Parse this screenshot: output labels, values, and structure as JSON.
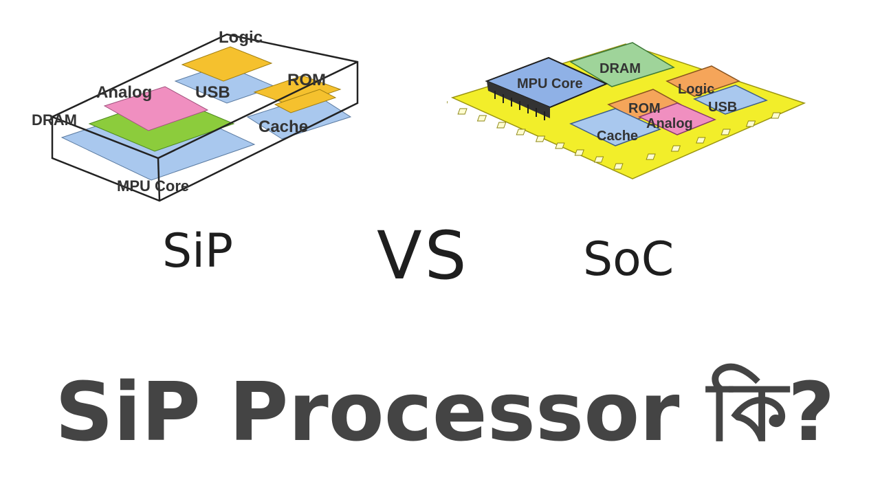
{
  "sip": {
    "labels": {
      "logic": "Logic",
      "rom": "ROM",
      "analog": "Analog",
      "usb": "USB",
      "dram": "DRAM",
      "cache": "Cache",
      "mpu_core": "MPU Core"
    },
    "caption": "SiP"
  },
  "versus": "VS",
  "soc": {
    "labels": {
      "mpu_core": "MPU Core",
      "dram": "DRAM",
      "logic": "Logic",
      "rom": "ROM",
      "usb": "USB",
      "analog": "Analog",
      "cache": "Cache"
    },
    "caption": "SoC"
  },
  "headline": "SiP Processor কি?",
  "colors": {
    "logic": "#f5c12e",
    "rom": "#f5c12e",
    "analog": "#f08fc0",
    "usb": "#a9c8ee",
    "dram_layer": "#8ccc3c",
    "cache": "#a9c8ee",
    "mpu": "#a9c8ee",
    "soc_board": "#f2ee2a",
    "soc_dram": "#9fd49a",
    "soc_rom": "#f5a55a",
    "soc_mpu": "#8fb1e6",
    "headline": "#444444"
  }
}
